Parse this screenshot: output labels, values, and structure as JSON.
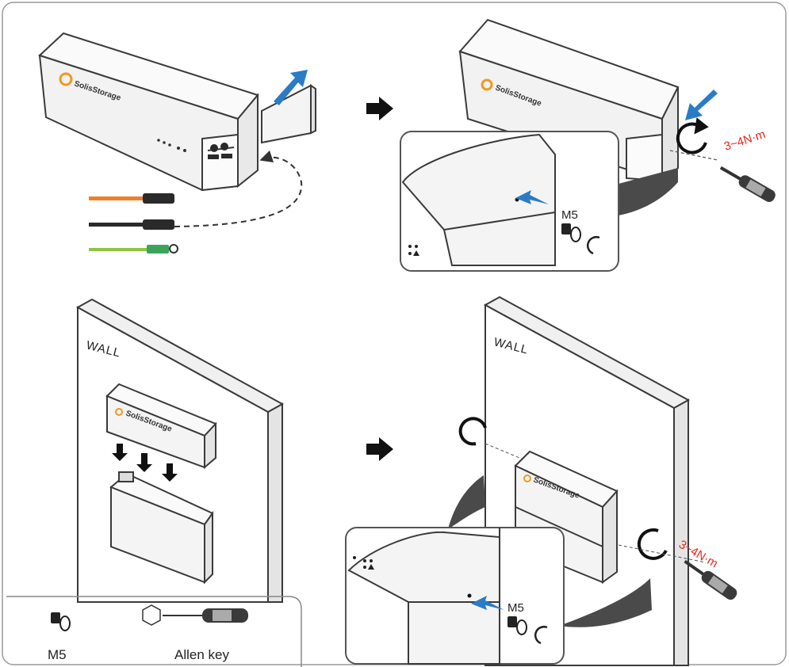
{
  "panels": {
    "step1": {
      "brand": "SolisStorage"
    },
    "step2": {
      "brand": "SolisStorage",
      "torque": "3~4N·m",
      "screw": "M5"
    },
    "step3": {
      "wall": "WALL",
      "brand": "SolisStorage"
    },
    "step4": {
      "wall": "WALL",
      "brand": "SolisStorage",
      "torque": "3~4N·m",
      "screw": "M5"
    }
  },
  "legend": {
    "screw_label": "M5",
    "tool_label": "Allen key"
  },
  "colors": {
    "outline": "#3a3a3a",
    "arrow_blue": "#2b7bc6",
    "torque_red": "#e8271c",
    "cable_orange": "#f07f2c",
    "cable_black": "#2a2a2a",
    "cable_green": "#8cc63f",
    "logo_orange": "#f09a1f"
  }
}
